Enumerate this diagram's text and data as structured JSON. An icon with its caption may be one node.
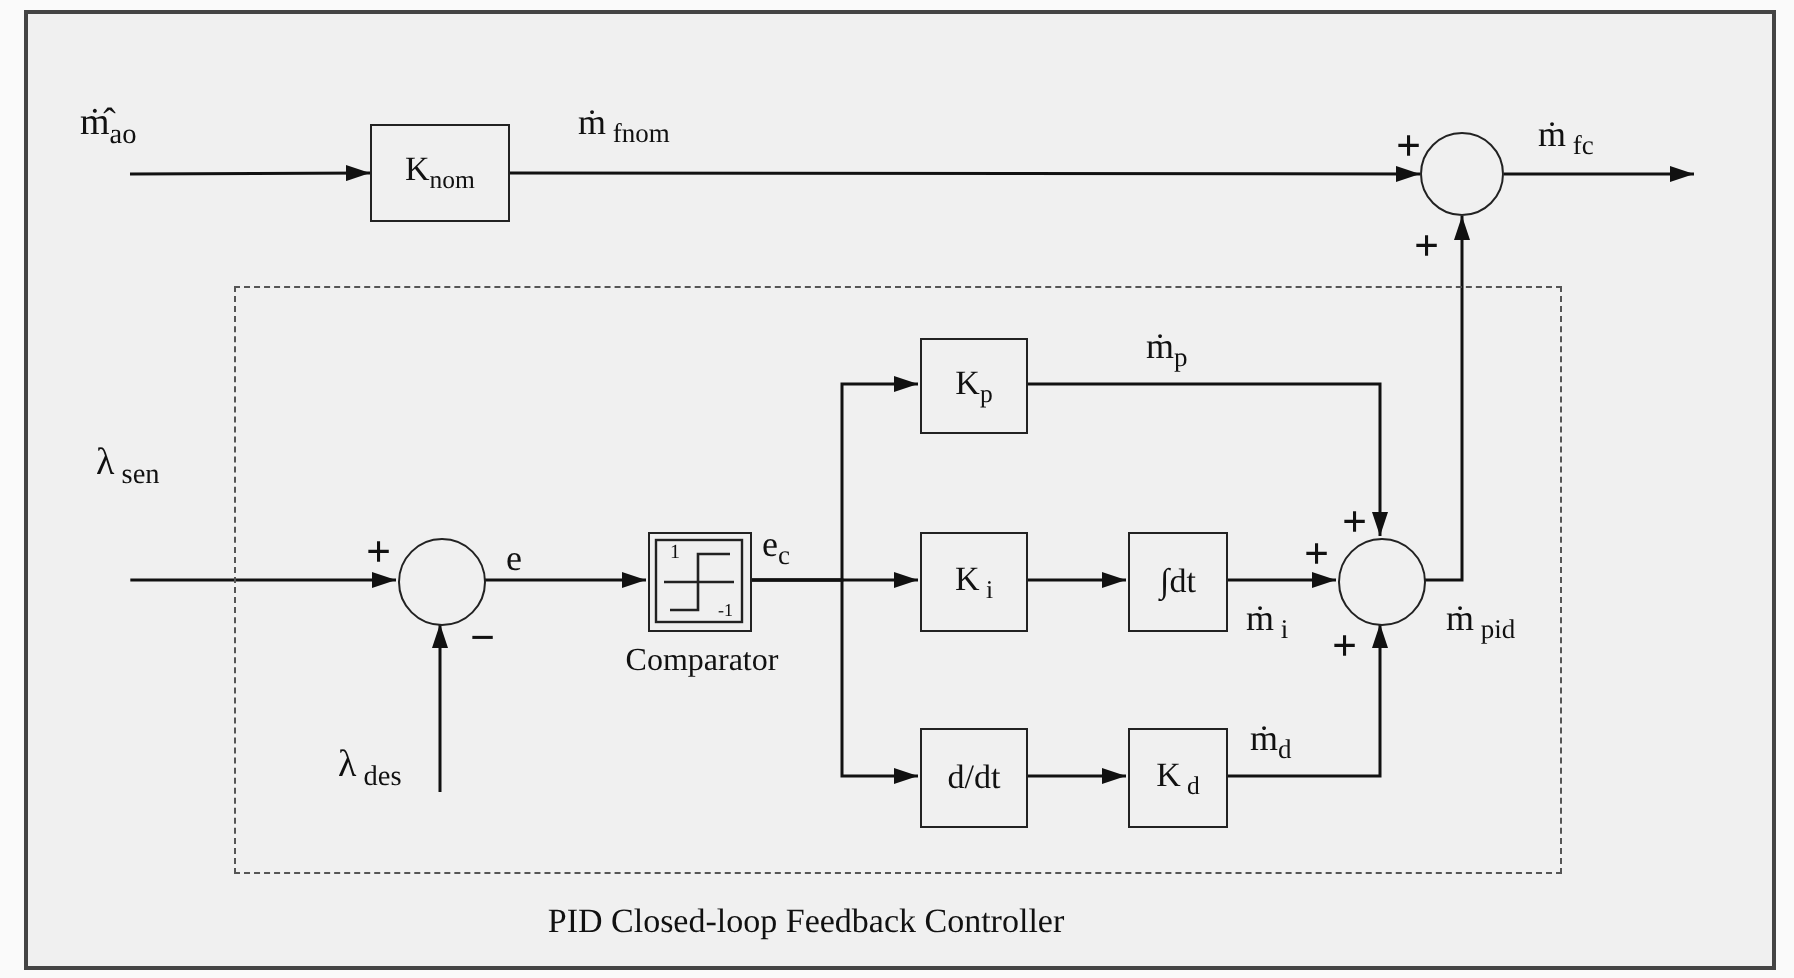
{
  "diagram": {
    "nodes": [
      {
        "text": [
          "ṁ̂$_{ao}$"
        ]
      },
      {
        "text": [
          "K$_{nom}$"
        ]
      },
      {
        "text": [],
        "shape": "circle"
      },
      {
        "text": [
          "PID Closed-loop Feedback Controller"
        ]
      },
      {
        "text": [
          "λ$_{ sen}$"
        ]
      },
      {
        "text": [],
        "shape": "circle",
        "in": 3
      },
      {
        "text": [
          "λ$_{ des}$"
        ],
        "in": 3
      },
      {
        "text": [
          "1",
          "-1",
          "Comparator"
        ],
        "in": 3
      },
      {
        "text": [
          "K$_{p}$"
        ],
        "in": 3
      },
      {
        "text": [
          "K$_{ i}$"
        ],
        "in": 3
      },
      {
        "text": [
          "d/dt"
        ],
        "in": 3
      },
      {
        "text": [
          "∫dt"
        ],
        "in": 3
      },
      {
        "text": [
          "K$_{ d}$"
        ],
        "in": 3
      },
      {
        "text": [],
        "shape": "circle",
        "in": 3
      }
    ],
    "edges": [
      {
        "from": 0,
        "to": 1,
        "arrow": "to"
      },
      {
        "from": 1,
        "to": 2,
        "arrow": "to",
        "label": "ṁ$_{ f}$$_{nom}$"
      },
      {
        "from": 2,
        "to": null,
        "arrow": "to",
        "label": "ṁ$_{ fc}$"
      },
      {
        "from": 4,
        "to": 5,
        "arrow": "to"
      },
      {
        "from": 6,
        "to": 5,
        "arrow": "to"
      },
      {
        "from": 5,
        "to": 7,
        "arrow": "to",
        "label": "e"
      },
      {
        "from": 7,
        "to": 8,
        "arrow": "to"
      },
      {
        "from": 7,
        "to": 9,
        "arrow": "to"
      },
      {
        "from": 7,
        "to": 10,
        "arrow": "to"
      },
      {
        "from": 8,
        "to": 13,
        "arrow": "to",
        "label": "ṁ$_{p}$"
      },
      {
        "from": 9,
        "to": 11,
        "arrow": "to"
      },
      {
        "from": 11,
        "to": 13,
        "arrow": "to",
        "label": "ṁ$_{ i}$"
      },
      {
        "from": 10,
        "to": 12,
        "arrow": "to"
      },
      {
        "from": 12,
        "to": 13,
        "arrow": "to",
        "label": "ṁ$_{d}$"
      },
      {
        "from": 13,
        "to": 2,
        "arrow": "to",
        "label": "ṁ$_{ pid}$"
      }
    ],
    "labels": [
      "+",
      "+",
      "+",
      "+",
      "e$_{c}$",
      "+",
      "−",
      "+"
    ]
  }
}
